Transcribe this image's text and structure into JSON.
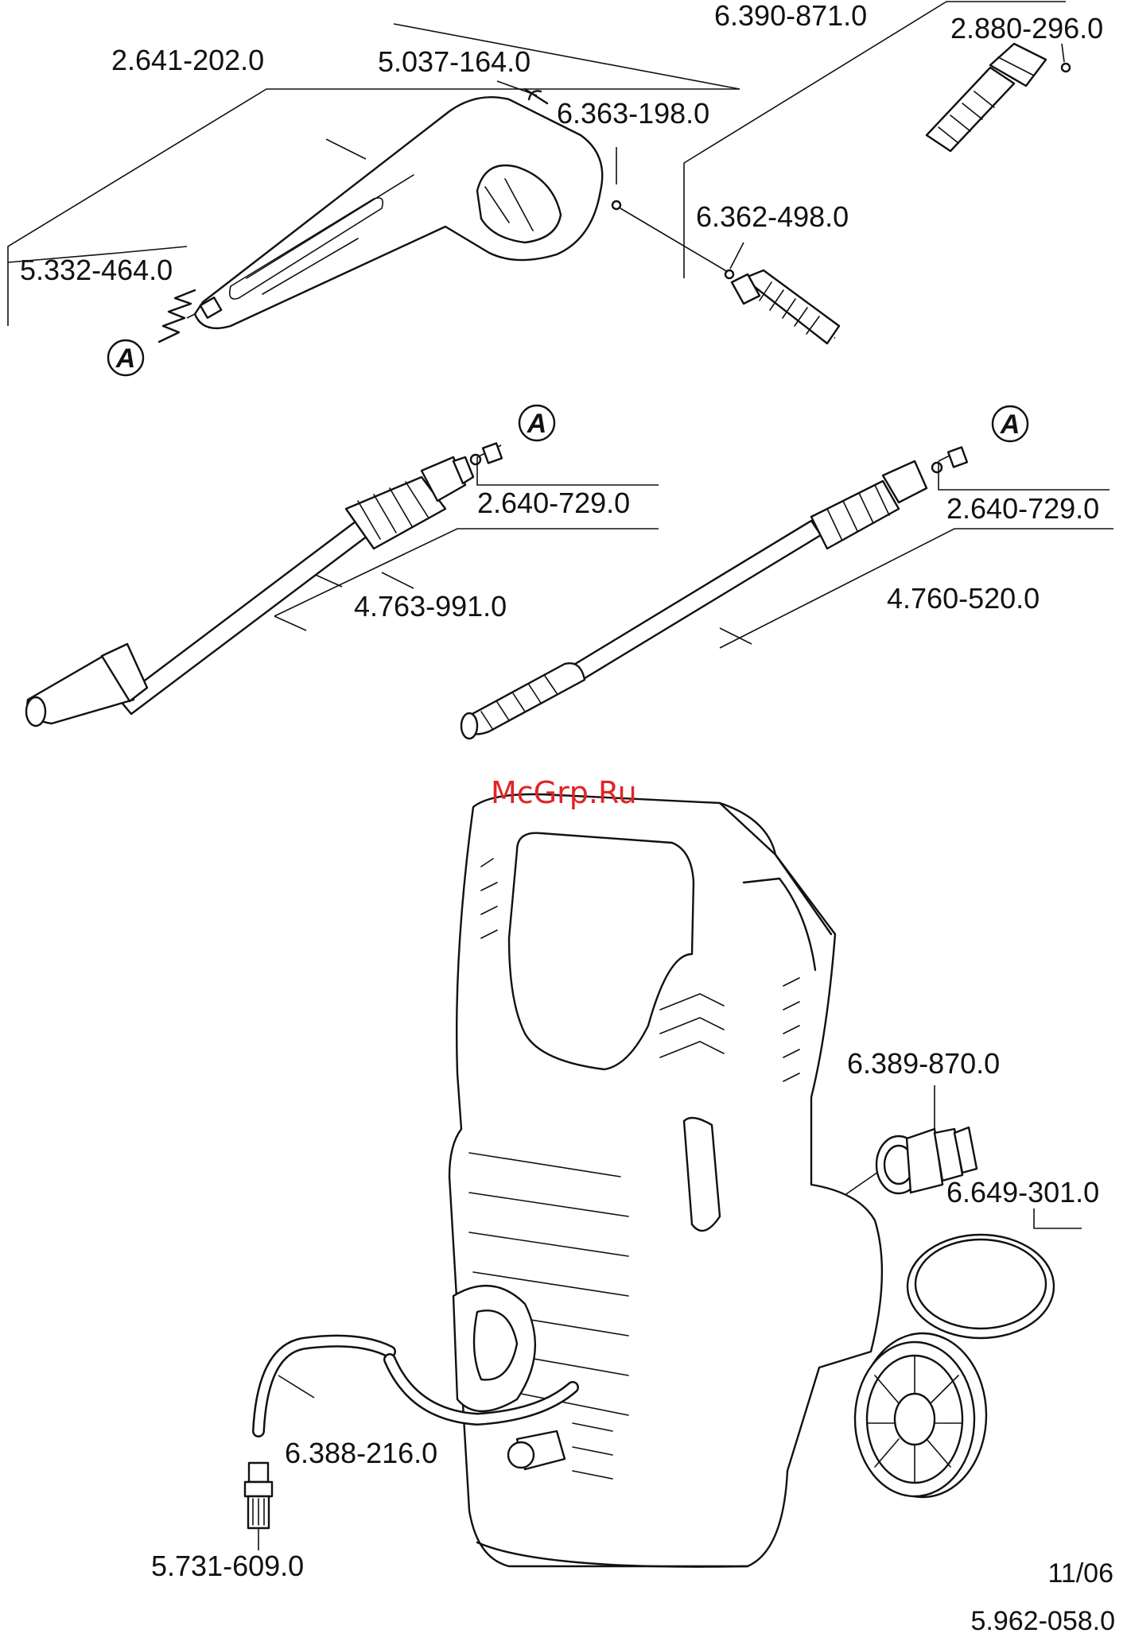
{
  "watermark": "McGrp.Ru",
  "labels": {
    "gun": "2.641-202.0",
    "clip": "5.037-164.0",
    "hose_oring": "6.363-198.0",
    "hose": "6.390-871.0",
    "hose_end_oring": "2.880-296.0",
    "gun_oring": "6.362-498.0",
    "spring": "5.332-464.0",
    "nozzle_insert_left": "2.640-729.0",
    "nozzle_insert_right": "2.640-729.0",
    "dirt_blaster_lance": "4.763-991.0",
    "spray_lance": "4.760-520.0",
    "garden_hose_coupling": "6.389-870.0",
    "coupling_ring": "6.649-301.0",
    "suction_hose": "6.388-216.0",
    "suction_filter": "5.731-609.0"
  },
  "markers": {
    "a1": "A",
    "a2": "A",
    "a3": "A"
  },
  "footer": {
    "date": "11/06",
    "doc_number": "5.962-058.0"
  },
  "icons": [
    "trigger-gun-icon",
    "high-pressure-hose-icon",
    "lance-icon",
    "pressure-washer-icon",
    "wheel-icon",
    "hose-ring-icon",
    "suction-filter-icon"
  ]
}
